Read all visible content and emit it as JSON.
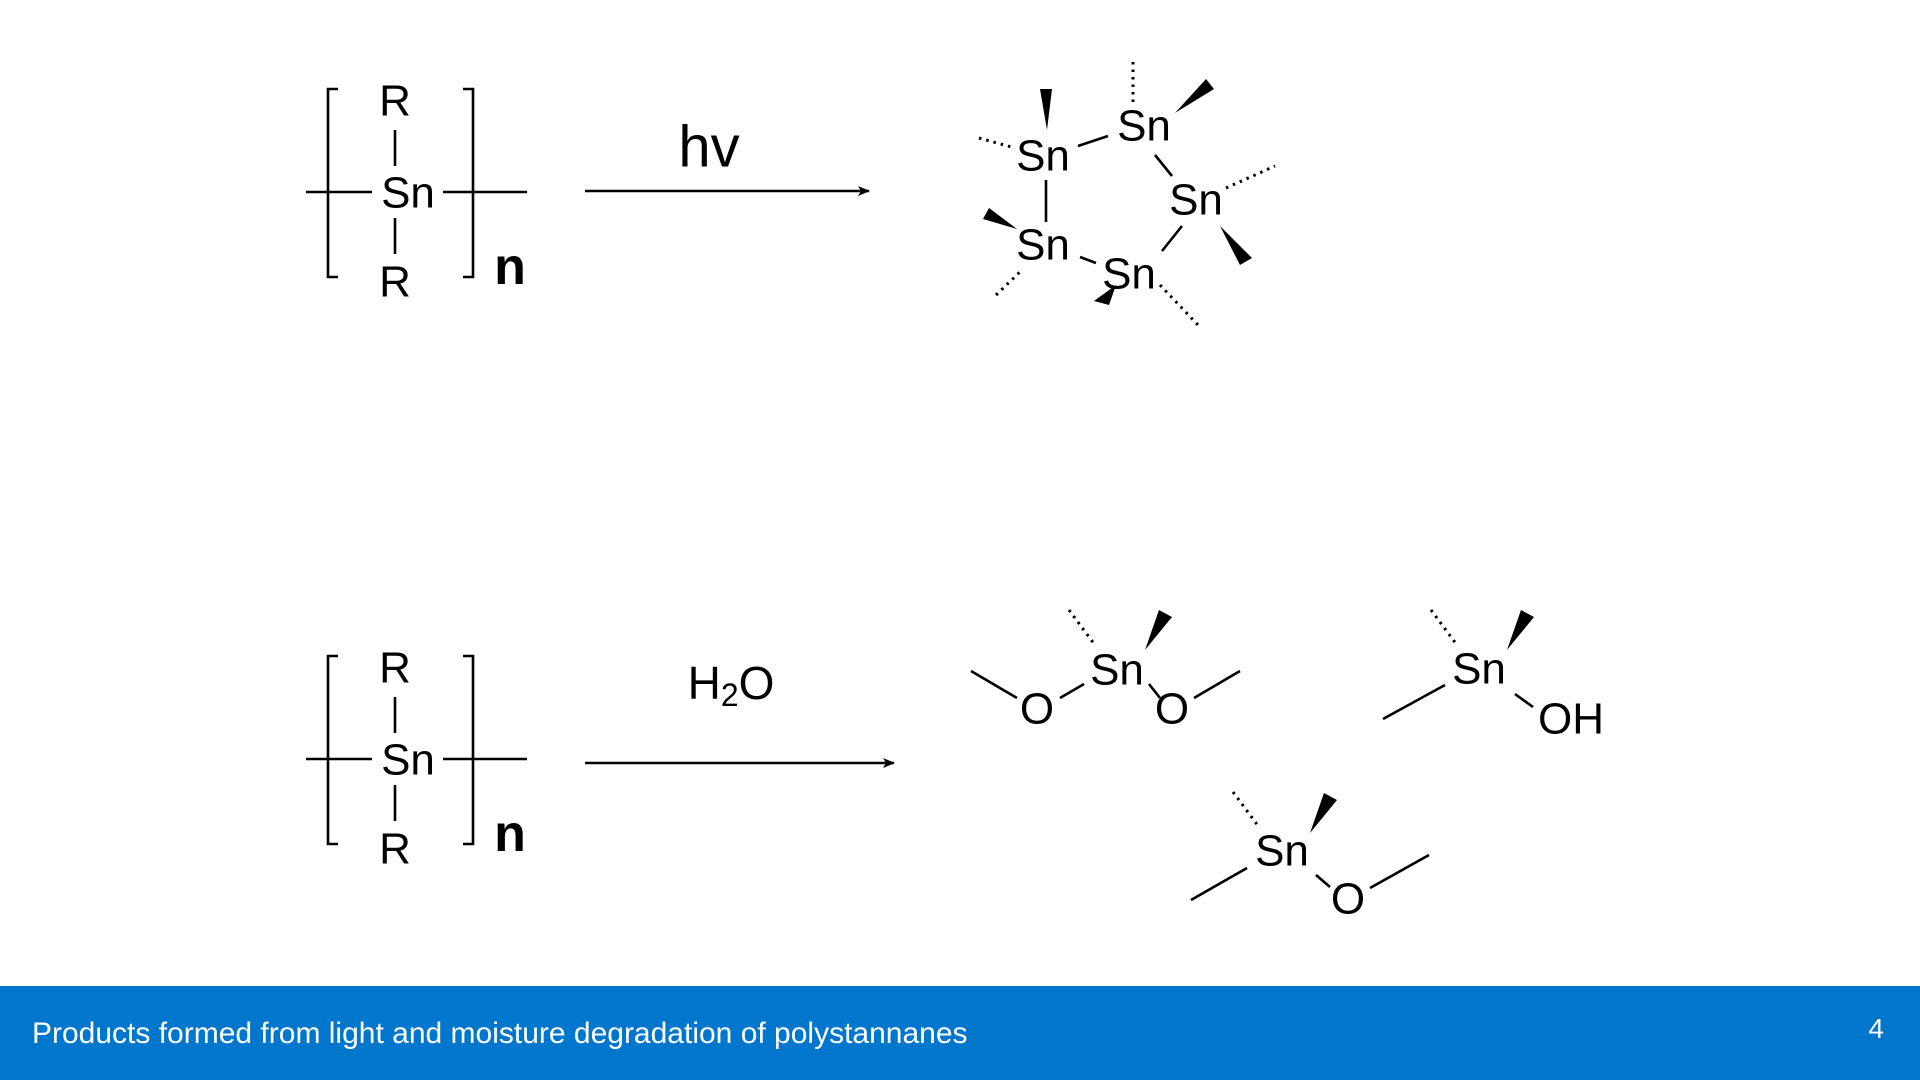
{
  "diagram": {
    "polymer": {
      "repeat_atom": "Sn",
      "substituent": "R",
      "subscript": "n"
    },
    "reaction_light": {
      "condition": "hv",
      "product_atom": "Sn"
    },
    "reaction_moisture": {
      "condition_main": "H",
      "condition_sub": "2",
      "condition_tail": "O",
      "products": {
        "sn": "Sn",
        "o": "O",
        "oh": "OH"
      }
    }
  },
  "footer": {
    "caption": "Products formed from light and moisture degradation of polystannanes",
    "page_number": "4",
    "background": "#0077cc"
  }
}
